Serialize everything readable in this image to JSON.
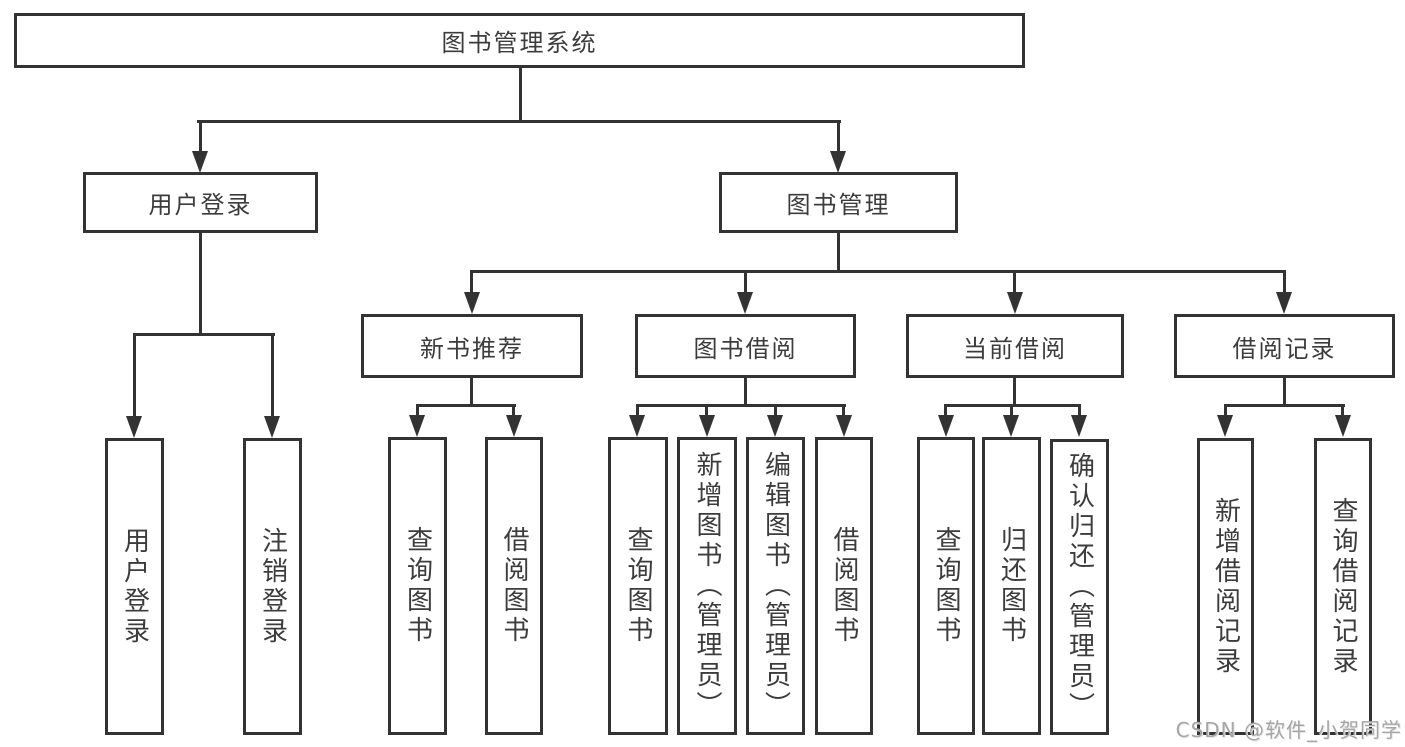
{
  "tree": {
    "root": "图书管理系统",
    "user_login": {
      "label": "用户登录",
      "children": [
        "用户登录",
        "注销登录"
      ]
    },
    "book_mgmt": {
      "label": "图书管理",
      "sections": [
        {
          "label": "新书推荐",
          "children": [
            "查询图书",
            "借阅图书"
          ]
        },
        {
          "label": "图书借阅",
          "children": [
            "查询图书",
            "新增图书（管理员）",
            "编辑图书（管理员）",
            "借阅图书"
          ]
        },
        {
          "label": "当前借阅",
          "children": [
            "查询图书",
            "归还图书",
            "确认归还（管理员）"
          ]
        },
        {
          "label": "借阅记录",
          "children": [
            "新增借阅记录",
            "查询借阅记录"
          ]
        }
      ]
    }
  },
  "watermark": "CSDN @软件_小贺同学",
  "colors": {
    "line": "#333333",
    "text": "#3c3c3c",
    "watermark": "#a6a6a6",
    "background": "#ffffff"
  }
}
